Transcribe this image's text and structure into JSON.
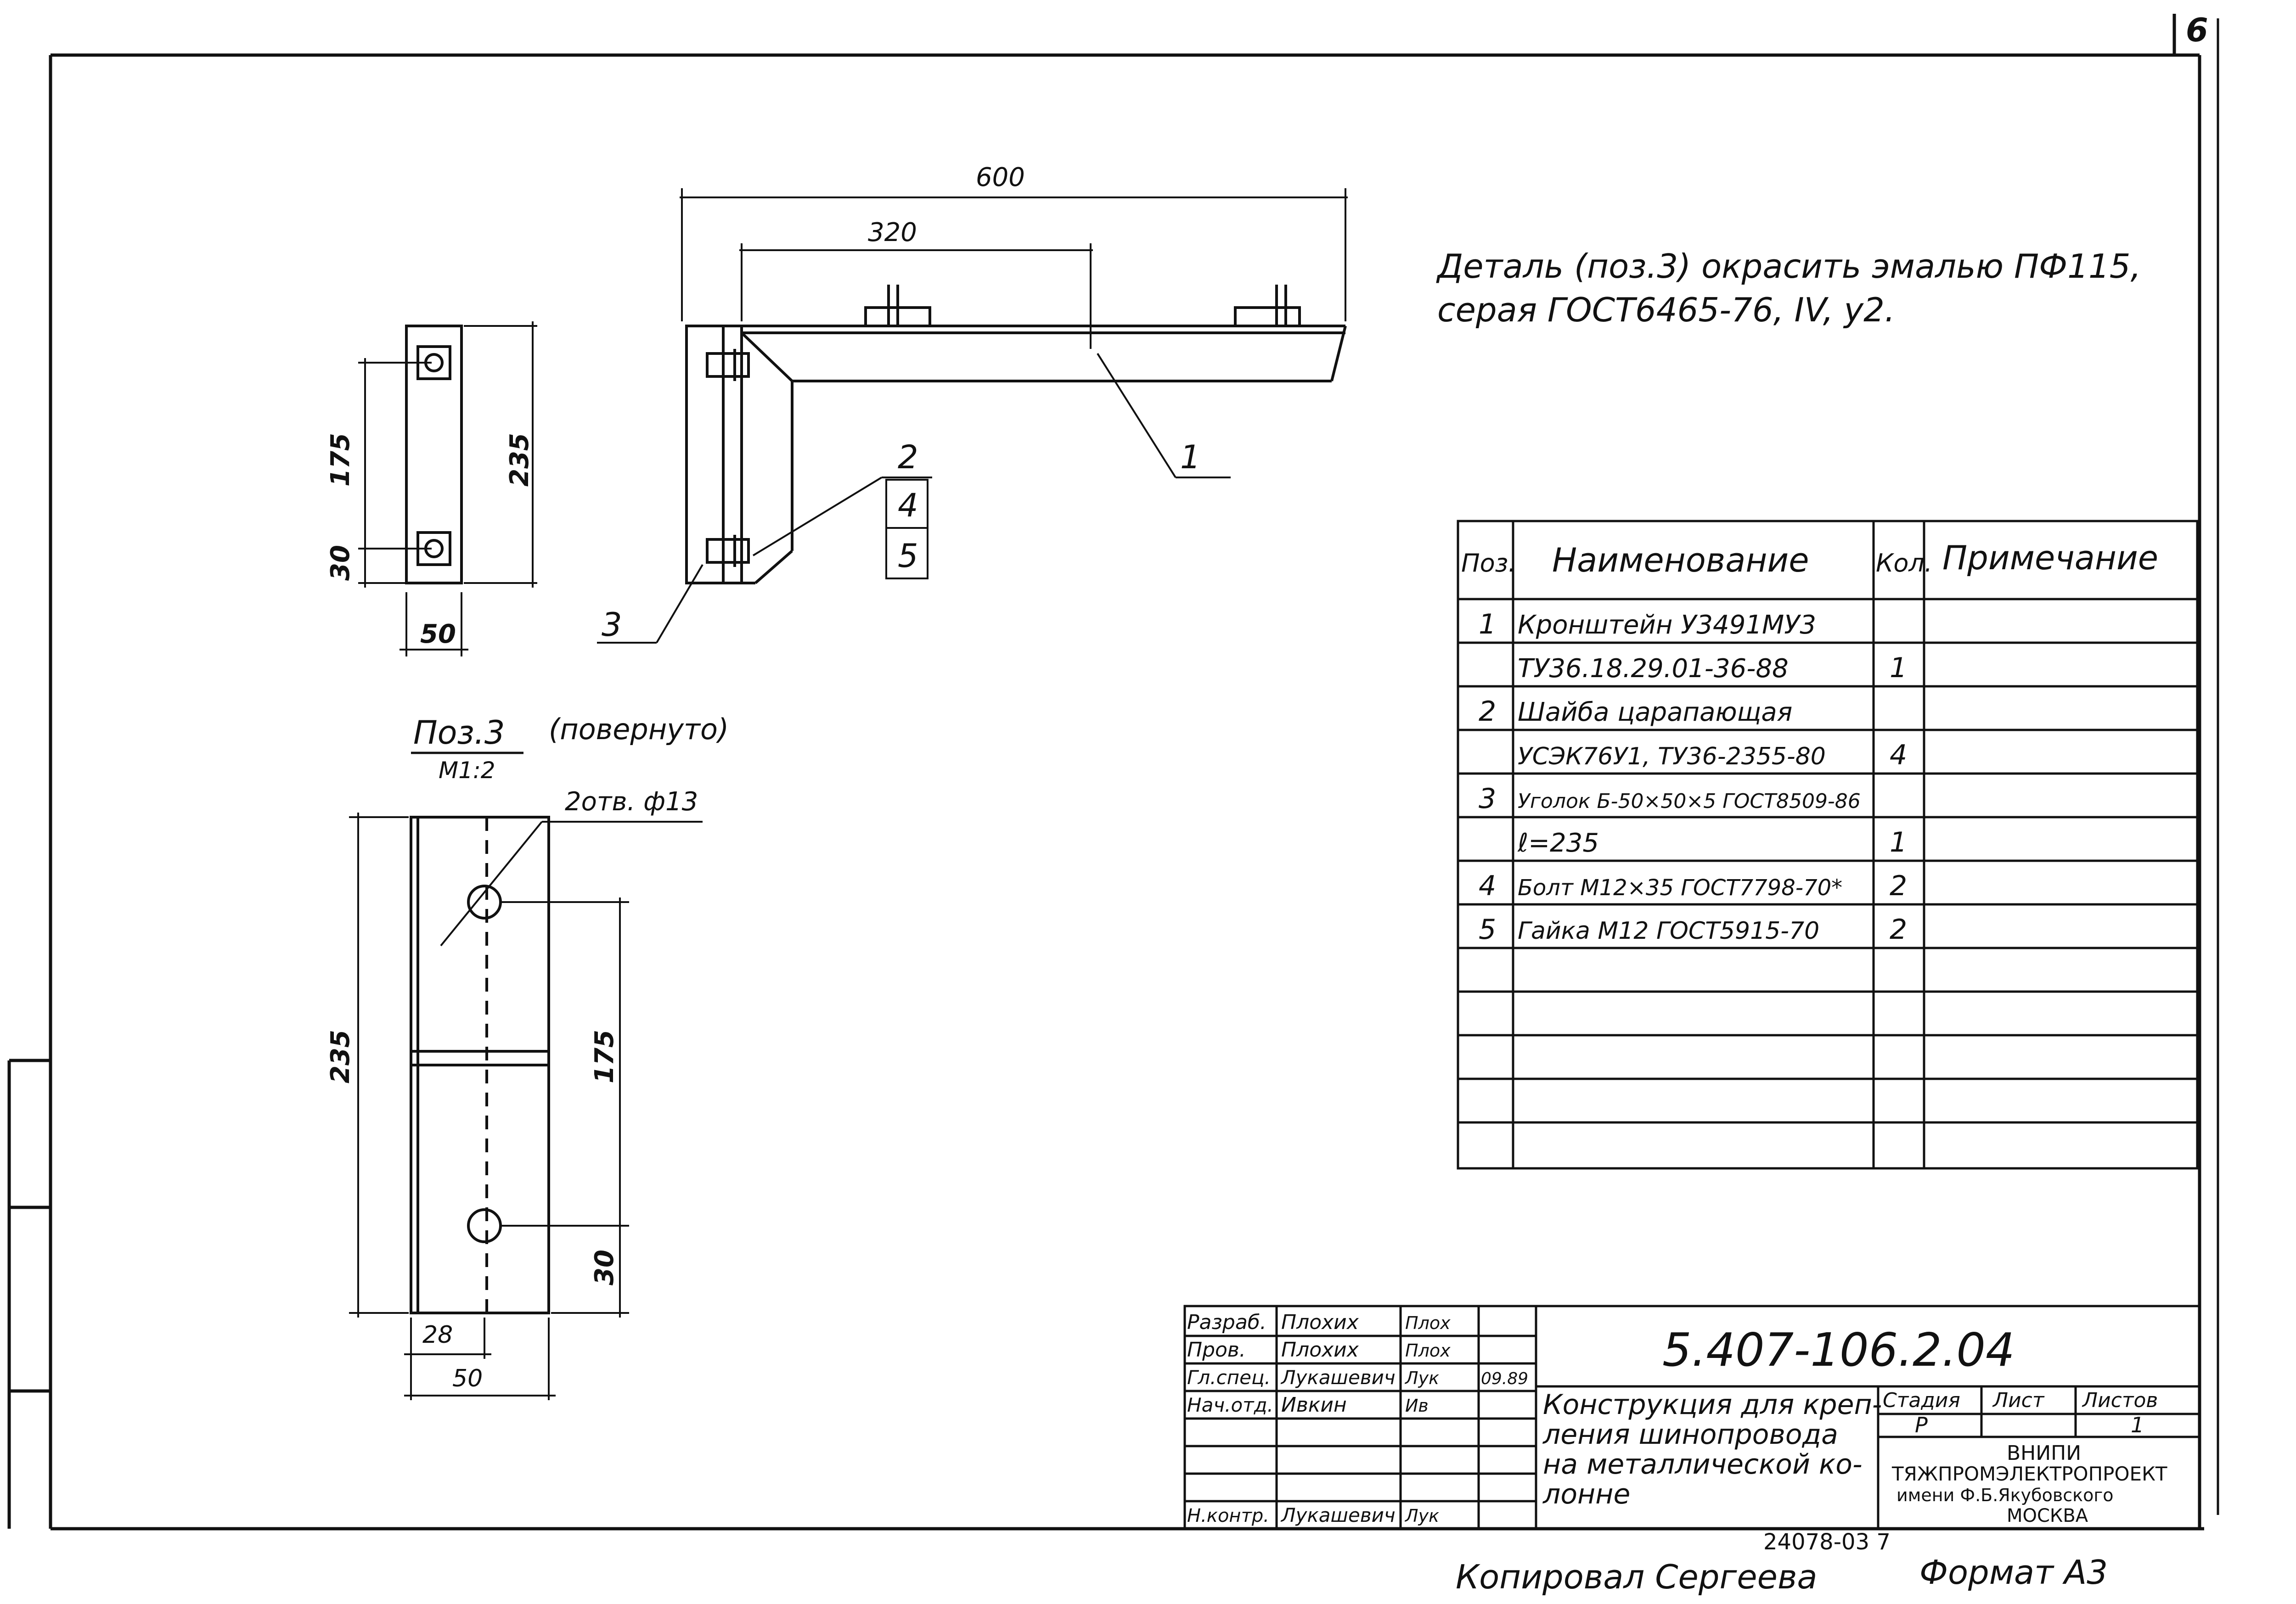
{
  "sheet": {
    "sheet_number": "6",
    "note_line1": "Деталь (поз.3) окрасить эмалью ПФ115,",
    "note_line2": "серая ГОСТ6465-76, IV, у2."
  },
  "dimensions": {
    "overall_length": "600",
    "bolt_spacing": "320",
    "side_height": "235",
    "side_spacing": "175",
    "side_offset": "30",
    "side_width": "50",
    "detail_height": "235",
    "detail_spacing": "175",
    "detail_offset": "30",
    "detail_half": "28",
    "detail_width": "50"
  },
  "callouts": {
    "pos1": "1",
    "pos2": "2",
    "pos4": "4",
    "pos5": "5",
    "pos3": "3"
  },
  "detail": {
    "title": "Поз.3",
    "rotated": "(повернуто)",
    "scale": "М1:2",
    "holes": "2отв. ф13"
  },
  "spec_table": {
    "headers": [
      "Поз.",
      "Наименование",
      "Кол.",
      "Примечание"
    ],
    "rows": [
      {
        "pos": "1",
        "name": "Кронштейн У3491МУ3",
        "qty": "",
        "note": ""
      },
      {
        "pos": "",
        "name": "ТУ36.18.29.01-36-88",
        "qty": "1",
        "note": ""
      },
      {
        "pos": "2",
        "name": "Шайба царапающая",
        "qty": "",
        "note": ""
      },
      {
        "pos": "",
        "name": "УСЭК76У1, ТУ36-2355-80",
        "qty": "4",
        "note": ""
      },
      {
        "pos": "3",
        "name": "Уголок Б-50×50×5 ГОСТ8509-86",
        "qty": "",
        "note": ""
      },
      {
        "pos": "",
        "name": "ℓ=235",
        "qty": "1",
        "note": ""
      },
      {
        "pos": "4",
        "name": "Болт М12×35 ГОСТ7798-70*",
        "qty": "2",
        "note": ""
      },
      {
        "pos": "5",
        "name": "Гайка М12 ГОСТ5915-70",
        "qty": "2",
        "note": ""
      },
      {
        "pos": "",
        "name": "",
        "qty": "",
        "note": ""
      },
      {
        "pos": "",
        "name": "",
        "qty": "",
        "note": ""
      },
      {
        "pos": "",
        "name": "",
        "qty": "",
        "note": ""
      },
      {
        "pos": "",
        "name": "",
        "qty": "",
        "note": ""
      },
      {
        "pos": "",
        "name": "",
        "qty": "",
        "note": ""
      }
    ]
  },
  "title_block": {
    "code": "5.407-106.2.04",
    "title_lines": [
      "Конструкция для креп-",
      "ления шинопровода",
      "на металлической ко-",
      "лонне"
    ],
    "signers": [
      {
        "role": "Разраб.",
        "name": "Плохих",
        "sign": "Плох",
        "date": ""
      },
      {
        "role": "Пров.",
        "name": "Плохих",
        "sign": "Плох",
        "date": ""
      },
      {
        "role": "Гл.спец.",
        "name": "Лукашевич",
        "sign": "Лук",
        "date": "09.89"
      },
      {
        "role": "Нач.отд.",
        "name": "Ивкин",
        "sign": "Ив",
        "date": ""
      },
      {
        "role": "",
        "name": "",
        "sign": "",
        "date": ""
      },
      {
        "role": "",
        "name": "",
        "sign": "",
        "date": ""
      },
      {
        "role": "Н.контр.",
        "name": "Лукашевич",
        "sign": "Лук",
        "date": ""
      }
    ],
    "stage_header": "Стадия",
    "sheet_header": "Лист",
    "sheets_header": "Листов",
    "stage": "Р",
    "sheet": "",
    "sheets": "1",
    "org_lines": [
      "ВНИПИ",
      "ТЯЖПРОМЭЛЕКТРОПРОЕКТ",
      "имени Ф.Б.Якубовского",
      "МОСКВА"
    ]
  },
  "footer": {
    "inventory": "24078-03 7",
    "copied": "Копировал Сергеева",
    "format": "Формат А3"
  }
}
